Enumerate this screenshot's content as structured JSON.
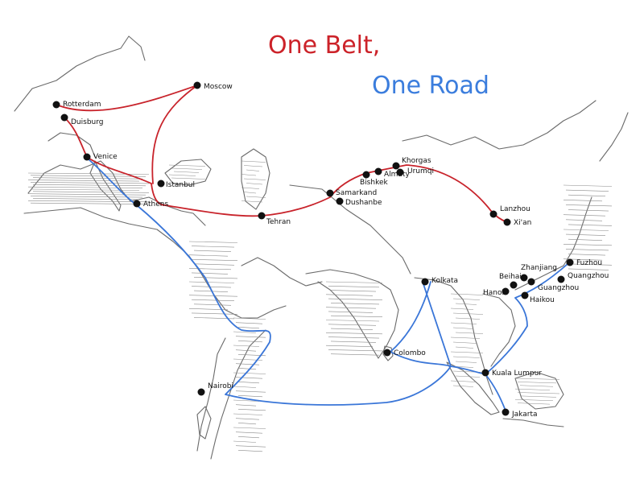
{
  "title": {
    "line1": "One Belt,",
    "line2": "One Road",
    "line1_color": "#cc2229",
    "line2_color": "#3b7ddd"
  },
  "colors": {
    "belt_route": "#c8232b",
    "road_route": "#3a76d8",
    "city_dot": "#111111"
  },
  "cities": [
    {
      "id": "moscow",
      "name": "Moscow"
    },
    {
      "id": "rotterdam",
      "name": "Rotterdam"
    },
    {
      "id": "duisburg",
      "name": "Duisburg"
    },
    {
      "id": "venice",
      "name": "Venice"
    },
    {
      "id": "istanbul",
      "name": "Istanbul"
    },
    {
      "id": "athens",
      "name": "Athens"
    },
    {
      "id": "tehran",
      "name": "Tehran"
    },
    {
      "id": "samarkand",
      "name": "Samarkand"
    },
    {
      "id": "dushanbe",
      "name": "Dushanbe"
    },
    {
      "id": "bishkek",
      "name": "Bishkek"
    },
    {
      "id": "almaty",
      "name": "Almaty"
    },
    {
      "id": "khorgas",
      "name": "Khorgas"
    },
    {
      "id": "urumqi",
      "name": "Urumqi"
    },
    {
      "id": "lanzhou",
      "name": "Lanzhou"
    },
    {
      "id": "xian",
      "name": "Xi'an"
    },
    {
      "id": "fuzhou",
      "name": "Fuzhou"
    },
    {
      "id": "quangzhou",
      "name": "Quangzhou"
    },
    {
      "id": "zhanjiang",
      "name": "Zhanjiang"
    },
    {
      "id": "beihai",
      "name": "Beihai"
    },
    {
      "id": "guangzhou",
      "name": "Guangzhou"
    },
    {
      "id": "hanoi",
      "name": "Hanoi"
    },
    {
      "id": "haikou",
      "name": "Haikou"
    },
    {
      "id": "kolkata",
      "name": "Kolkata"
    },
    {
      "id": "colombo",
      "name": "Colombo"
    },
    {
      "id": "kuala-lumpur",
      "name": "Kuala Lumpur"
    },
    {
      "id": "jakarta",
      "name": "Jakarta"
    },
    {
      "id": "nairobi",
      "name": "Nairobi"
    }
  ],
  "routes": {
    "belt_name": "One Belt",
    "road_name": "One Road"
  }
}
